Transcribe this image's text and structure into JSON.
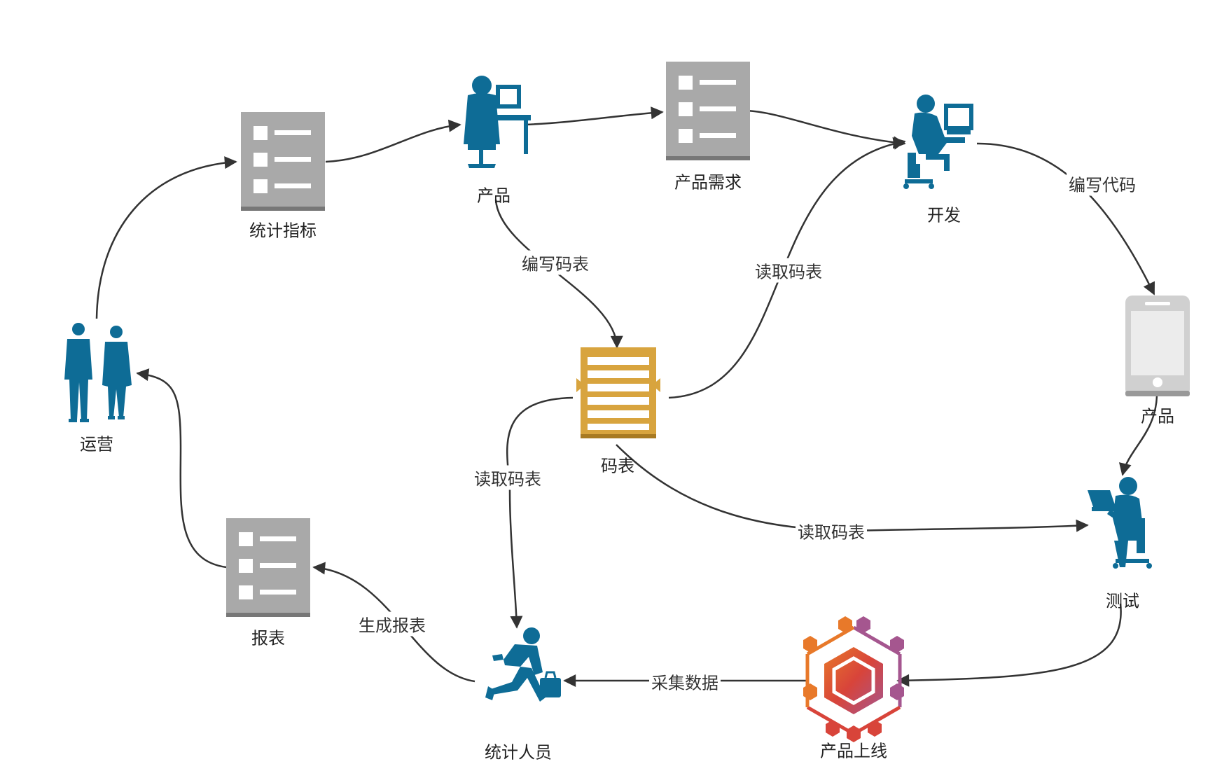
{
  "colors": {
    "person": "#0e6c96",
    "doc_gray": "#a9a9a9",
    "doc_bar": "#777777",
    "table_gold": "#d8a43e",
    "table_dark": "#a87a22",
    "arrow": "#333333",
    "phone": "#d3d3d3",
    "hex_purple": "#a5568f",
    "hex_orange": "#e8792a",
    "hex_red": "#d8443a"
  },
  "nodes": {
    "operations": {
      "label": "运营",
      "icon": "business-people-icon"
    },
    "stat_metrics": {
      "label": "统计指标",
      "icon": "document-list-icon"
    },
    "product_top": {
      "label": "产品",
      "icon": "person-at-computer-icon"
    },
    "product_req": {
      "label": "产品需求",
      "icon": "document-list-icon"
    },
    "dev": {
      "label": "开发",
      "icon": "developer-at-computer-icon"
    },
    "product_phone": {
      "label": "产品",
      "icon": "mobile-phone-icon"
    },
    "code_table": {
      "label": "码表",
      "icon": "code-table-icon"
    },
    "test": {
      "label": "测试",
      "icon": "tester-with-laptop-icon"
    },
    "launch": {
      "label": "产品上线",
      "icon": "hexagon-network-icon"
    },
    "statistician": {
      "label": "统计人员",
      "icon": "running-businessman-icon"
    },
    "report": {
      "label": "报表",
      "icon": "document-list-icon"
    }
  },
  "edges": {
    "write_table": "编写码表",
    "read_table_dev": "读取码表",
    "write_code": "编写代码",
    "read_table_stat": "读取码表",
    "read_table_test": "读取码表",
    "collect_data": "采集数据",
    "gen_report": "生成报表"
  }
}
